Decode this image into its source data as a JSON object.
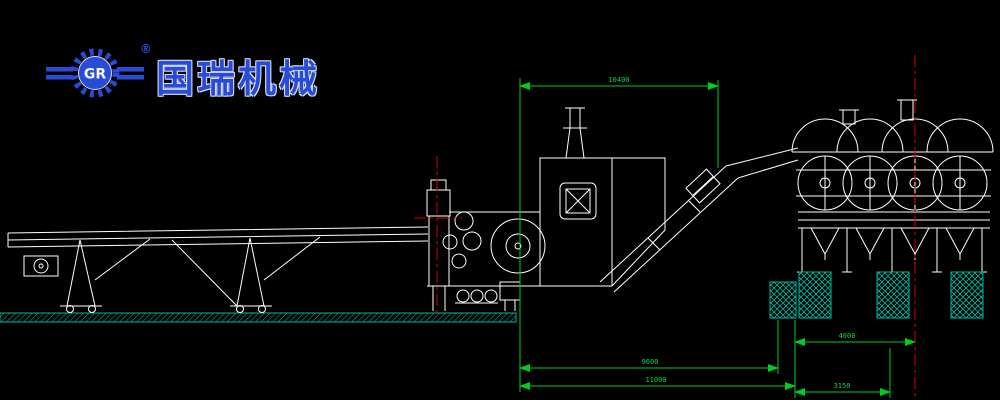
{
  "watermark": {
    "brand_cn": "国瑞机械",
    "brand_abbr": "GR",
    "registered_mark": "®",
    "color": "#2a4fdf"
  },
  "colors": {
    "background": "#000000",
    "drawing_line": "#ffffff",
    "dimension_green": "#00cc22",
    "centerline_red": "#e00000",
    "hatch_teal": "#00b8a2",
    "logo_blue": "#2a4fdf"
  },
  "dimensions": {
    "top_span": "10400",
    "bottom_inner": "9600",
    "bottom_outer": "11000",
    "right_upper": "4000",
    "right_lower": "3150"
  }
}
